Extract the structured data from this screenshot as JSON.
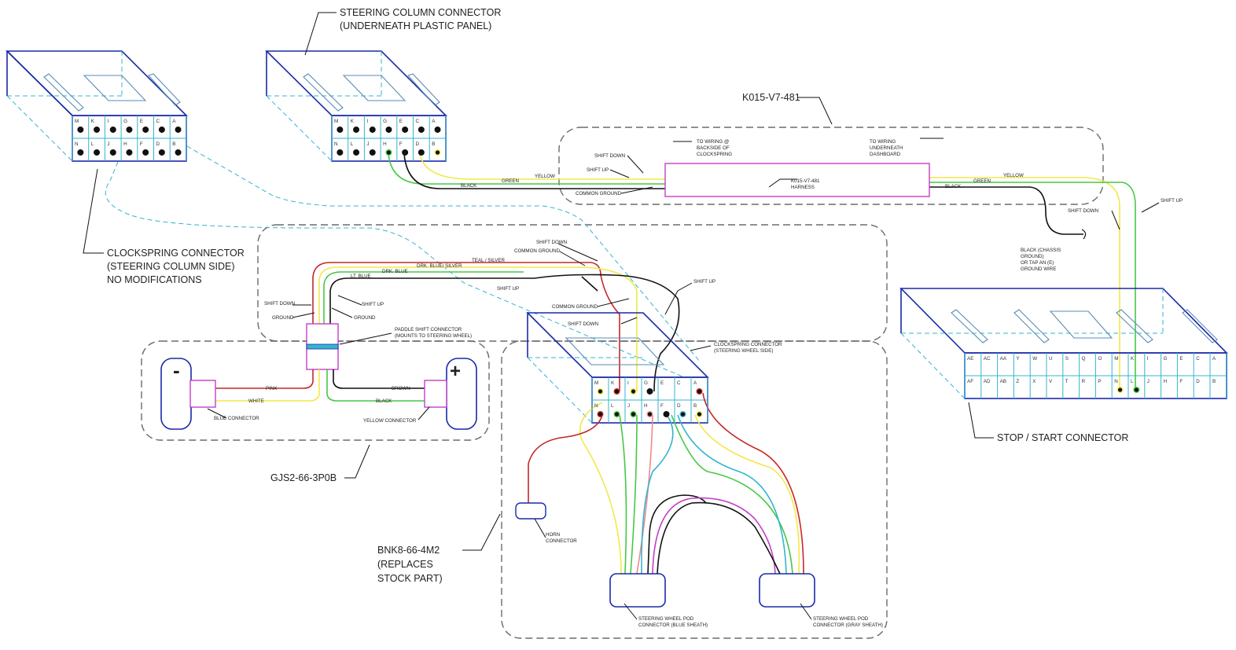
{
  "colors": {
    "blue": "#1a2aa8",
    "cyan": "#34b4cf",
    "magenta": "#c43fc8",
    "yellow": "#f2e84a",
    "green": "#46c846",
    "black": "#111111",
    "red": "#c62828",
    "pink": "#f08a8a",
    "teal": "#3cc7c7",
    "darkblue": "#2a3ea8",
    "purple": "#a64bd1",
    "gray": "#6b6b6b"
  },
  "callouts": {
    "steering_column_1": "STEERING COLUMN CONNECTOR",
    "steering_column_2": "(UNDERNEATH PLASTIC PANEL)",
    "clockspring_1": "CLOCKSPRING CONNECTOR",
    "clockspring_2": "(STEERING COLUMN SIDE)",
    "clockspring_3": "NO MODIFICATIONS",
    "k015": "K015-V7-481",
    "gjs2": "GJS2-66-3P0B",
    "bnk8_1": "BNK8-66-4M2",
    "bnk8_2": "(REPLACES",
    "bnk8_3": "STOCK PART)",
    "stop_start": "STOP / START CONNECTOR"
  },
  "harness": {
    "to_wiring_left": [
      "TO WIRING @",
      "BACKSIDE OF",
      "CLOCKSPRING"
    ],
    "to_wiring_right": [
      "TO WIRING",
      "UNDERNEATH",
      "DASHBOARD"
    ],
    "name": [
      "K015-V7-481",
      "HARNESS"
    ],
    "shift_down": "SHIFT DOWN",
    "shift_up": "SHIFT UP",
    "common_ground": "COMMON GROUND",
    "yellow": "YELLOW",
    "green": "GREEN",
    "black": "BLACK",
    "shift_down_r": "SHIFT DOWN",
    "shift_up_r": "SHIFT UP",
    "chassis": [
      "BLACK (CHASSIS",
      "GROUND)",
      "OR TAP AN (E)",
      "GROUND WIRE"
    ]
  },
  "mid_labels": {
    "shift_down": "SHIFT DOWN",
    "common_ground": "COMMON GROUND",
    "teal_silver": "TEAL / SILVER",
    "drk_blue_silver": "DRK. BLUE/ SILVER",
    "drk_blue": "DRK. BLUE",
    "lt_blue": "LT. BLUE",
    "shift_up": "SHIFT UP",
    "shift_up2": "SHIFT UP",
    "common_ground2": "COMMON GROUND",
    "shift_down2": "SHIFT DOWN",
    "shift_down_l": "SHIFT DOWN",
    "shift_up_l": "SHIFT UP",
    "ground_l": "GROUND",
    "ground_r": "GROUND",
    "paddle": [
      "PADDLE SHIFT CONNECTOR",
      "(MOUNTS TO STEERING WHEEL)"
    ],
    "clockspring_wheel": [
      "CLOCKSPRING CONNECTOR",
      "(STEERING WHEEL SIDE)"
    ]
  },
  "paddle": {
    "minus": "-",
    "plus": "+",
    "pink": "PINK",
    "white": "WHITE",
    "brown": "BROWN",
    "black": "BLACK",
    "blue_conn": "BLUE CONNECTOR",
    "yellow_conn": "YELLOW CONNECTOR"
  },
  "pod": {
    "horn": [
      "HORN",
      "CONNECTOR"
    ],
    "pod_blue": [
      "STEERING WHEEL POD",
      "CONNECTOR (BLUE SHEATH)"
    ],
    "pod_gray": [
      "STEERING WHEEL POD",
      "CONNECTOR (GRAY SHEATH)"
    ]
  },
  "pins": {
    "cs_top": [
      "M",
      "K",
      "I",
      "G",
      "E",
      "C",
      "A"
    ],
    "cs_bot": [
      "N",
      "L",
      "J",
      "H",
      "F",
      "D",
      "B"
    ],
    "ss_top": [
      "AE",
      "AC",
      "AA",
      "Y",
      "W",
      "U",
      "S",
      "Q",
      "O",
      "M",
      "K",
      "I",
      "G",
      "E",
      "C",
      "A"
    ],
    "ss_bot": [
      "AF",
      "AD",
      "AB",
      "Z",
      "X",
      "V",
      "T",
      "R",
      "P",
      "N",
      "L",
      "J",
      "H",
      "F",
      "D",
      "B"
    ]
  }
}
